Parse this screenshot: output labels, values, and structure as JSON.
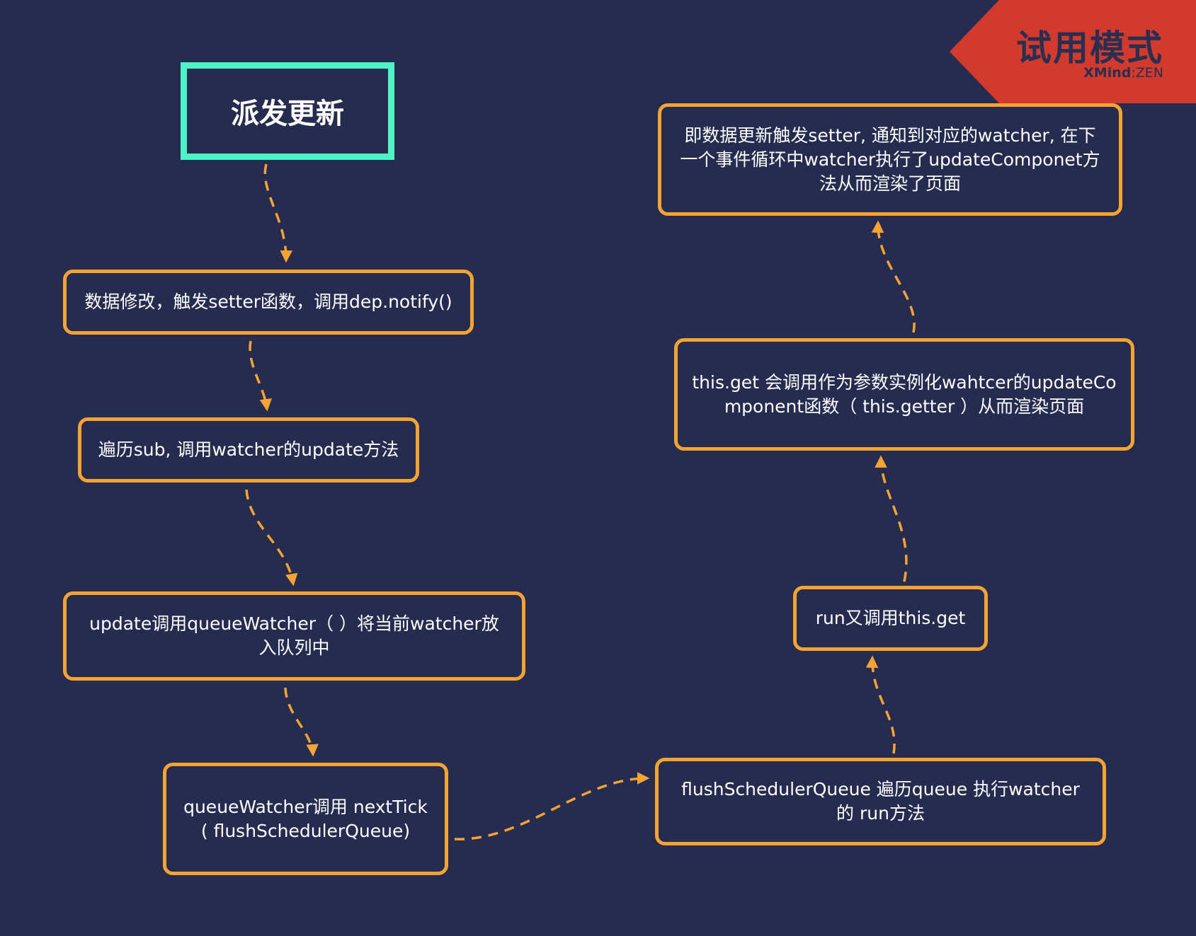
{
  "colors": {
    "background": "#262c4f",
    "node_border": "#f5a333",
    "root_border": "#4ff2c4",
    "arrow": "#f5a333",
    "badge": "#d13a2d",
    "badge_text": "#2a2f52"
  },
  "badge": {
    "title": "试用模式",
    "brand": "XMind",
    "separator": ":",
    "edition": "ZEN"
  },
  "root": {
    "label": "派发更新"
  },
  "nodes": {
    "n1": "数据修改，触发setter函数，调用dep.notify()",
    "n2": "遍历sub, 调用watcher的update方法",
    "n3": "update调用queueWatcher（ ）将当前watcher放入队列中",
    "n4": "queueWatcher调用 nextTick( flushSchedulerQueue)",
    "n5": "flushSchedulerQueue 遍历queue 执行watcher的 run方法",
    "n6": "run又调用this.get",
    "n7": "this.get 会调用作为参数实例化wahtcer的updateComponent函数（ this.getter ）从而渲染页面",
    "n8": "即数据更新触发setter, 通知到对应的watcher, 在下一个事件循环中watcher执行了updateComponet方法从而渲染了页面"
  },
  "edges": [
    {
      "from": "root",
      "to": "n1"
    },
    {
      "from": "n1",
      "to": "n2"
    },
    {
      "from": "n2",
      "to": "n3"
    },
    {
      "from": "n3",
      "to": "n4"
    },
    {
      "from": "n4",
      "to": "n5"
    },
    {
      "from": "n5",
      "to": "n6"
    },
    {
      "from": "n6",
      "to": "n7"
    },
    {
      "from": "n7",
      "to": "n8"
    }
  ]
}
